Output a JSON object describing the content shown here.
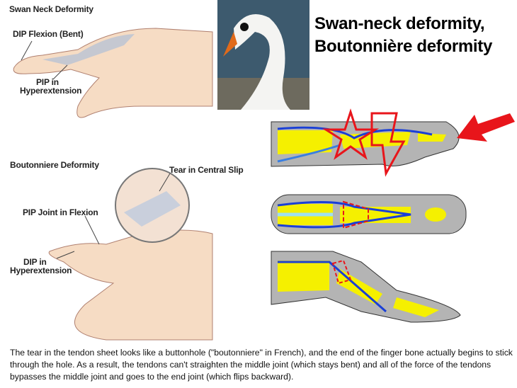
{
  "title": {
    "line1": "Swan-neck deformity,",
    "line2": "Boutonnière deformity"
  },
  "swan_neck": {
    "heading": "Swan Neck Deformity",
    "label_dip": "DIP Flexion (Bent)",
    "label_pip_1": "PIP in",
    "label_pip_2": "Hyperextension"
  },
  "boutonniere": {
    "heading": "Boutonniere Deformity",
    "label_tear": "Tear in Central Slip",
    "label_pip": "PIP Joint in Flexion",
    "label_dip_1": "DIP in",
    "label_dip_2": "Hyperextension"
  },
  "caption": "The tear in the tendon sheet looks like a buttonhole (\"boutonniere\" in French), and the end of the finger bone actually begins to stick through the hole. As a result, the tendons can't straighten the middle joint (which stays bent) and all of the force of the tendons bypasses the middle joint and goes to the end joint (which flips backward).",
  "colors": {
    "bone": "#f5f000",
    "tissue": "#b4b4b4",
    "tendon": "#1a3fd6",
    "accent": "#e8151b"
  }
}
